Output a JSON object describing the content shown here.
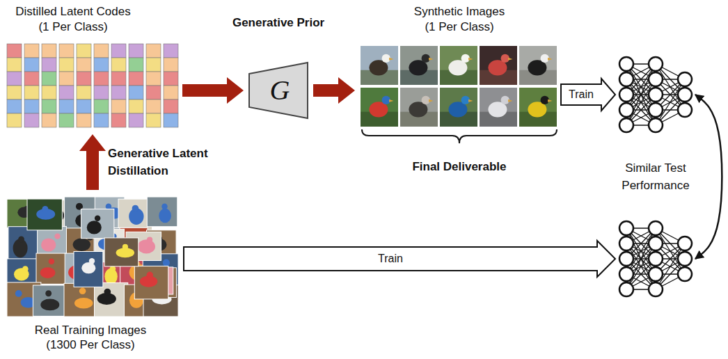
{
  "diagram": {
    "nodes": [
      {
        "text": [
          "Distilled Latent Codes (1 Per Class)"
        ]
      },
      {
        "text": [
          "Generative Prior",
          "G"
        ]
      },
      {
        "text": [
          "Synthetic Images (1 Per Class)"
        ]
      },
      {
        "text": []
      },
      {
        "text": []
      },
      {
        "text": [
          "Real Training Images (1300 Per Class)"
        ]
      }
    ],
    "edges": [
      {
        "from": 0,
        "to": 1,
        "arrow": "to"
      },
      {
        "from": 1,
        "to": 2,
        "arrow": "to"
      },
      {
        "from": 2,
        "to": 3,
        "label": "Train",
        "arrow": "to"
      },
      {
        "from": 5,
        "to": 0,
        "label": "Generative Latent Distillation",
        "arrow": "to"
      },
      {
        "from": 5,
        "to": 4,
        "label": "Train",
        "arrow": "to"
      },
      {
        "from": 3,
        "to": 4,
        "label": "Similar Test Performance",
        "arrow": "both"
      }
    ],
    "labels": [
      "Final Deliverable"
    ]
  }
}
